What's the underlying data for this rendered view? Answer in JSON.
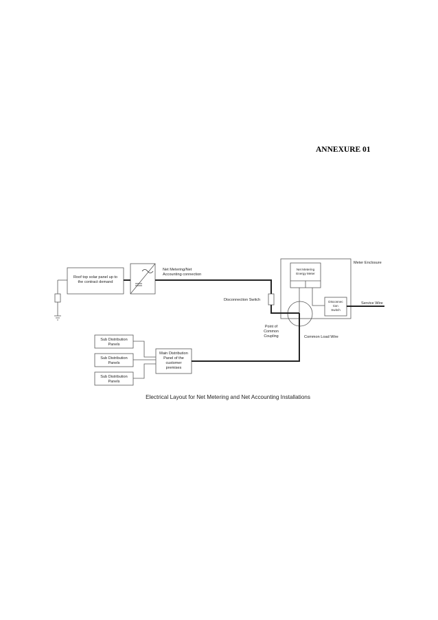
{
  "heading": "ANNEXURE 01",
  "diagram": {
    "solar_panel_label": [
      "Roof top solar panel up to",
      "the contract demand"
    ],
    "net_connection_label": [
      "Net Metering/Net",
      "Accounting connection"
    ],
    "disconnection_switch_label": "Disconnection Switch",
    "point_common_coupling_label": [
      "Point of",
      "Common",
      "Coupling"
    ],
    "common_load_wire_label": "Common Load Wire",
    "meter_enclosure_label": "Meter Enclosure",
    "energy_meter_label": [
      "Net Metering",
      "Energy Meter"
    ],
    "meter_disconnect_label": [
      "Disconnec",
      "tion",
      "Switch"
    ],
    "service_wire_label": "Service Wire",
    "main_panel_label": [
      "Main Distribution",
      "Panel of the",
      "customer",
      "premises"
    ],
    "sub_panels": [
      [
        "Sub Distribution",
        "Panels"
      ],
      [
        "Sub Distribution",
        "Panels"
      ],
      [
        "Sub Distribution",
        "Panels"
      ]
    ],
    "caption": "Electrical Layout for Net Metering and Net Accounting Installations"
  }
}
